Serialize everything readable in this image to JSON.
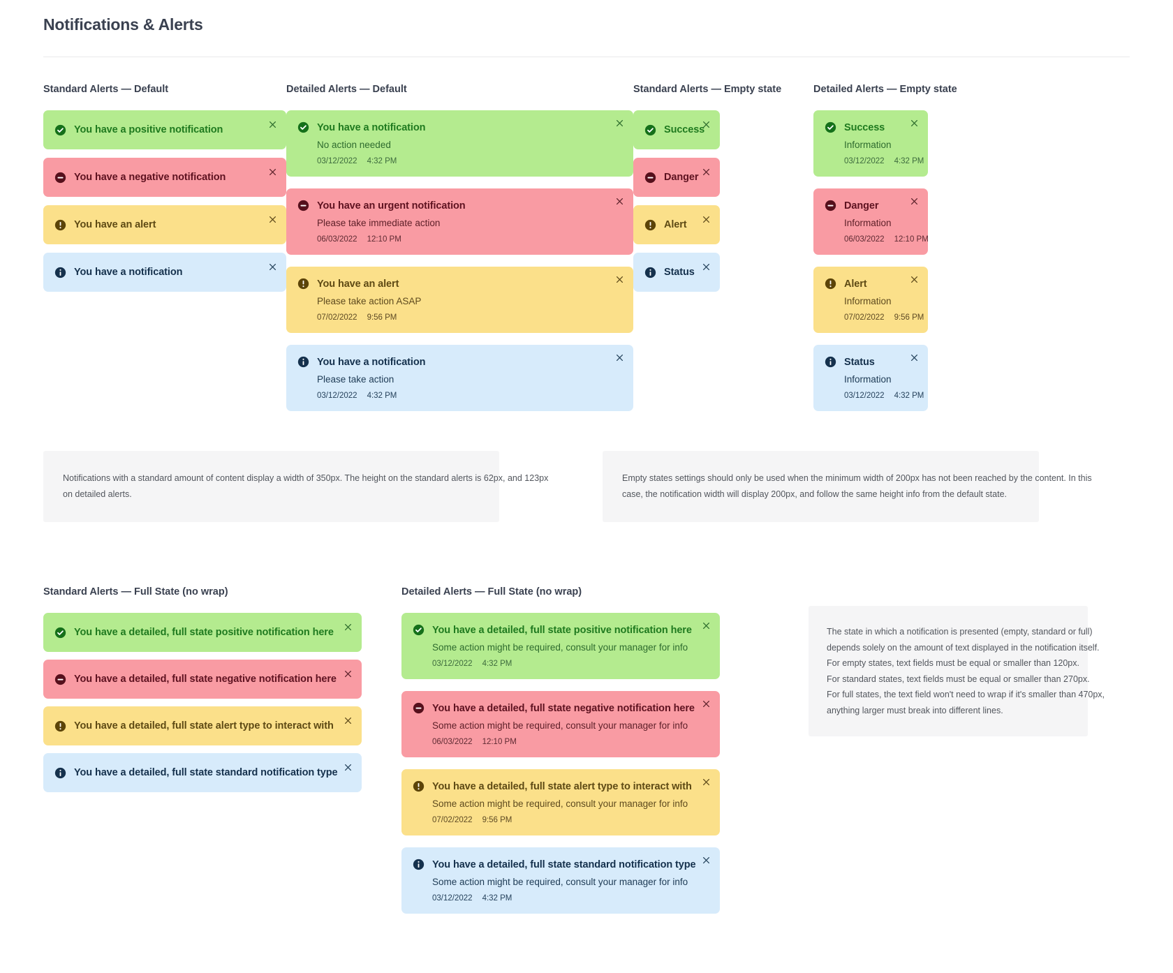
{
  "page": {
    "title": "Notifications & Alerts"
  },
  "sections": {
    "standard_default": "Standard Alerts — Default",
    "detailed_default": "Detailed Alerts — Default",
    "standard_empty": "Standard Alerts — Empty state",
    "detailed_empty": "Detailed Alerts — Empty state",
    "standard_full": "Standard Alerts — Full State (no wrap)",
    "detailed_full": "Detailed Alerts — Full State (no wrap)"
  },
  "icons": {
    "success": "check-circle-icon",
    "danger": "minus-circle-icon",
    "alert": "exclamation-circle-icon",
    "status": "info-circle-icon",
    "close": "close-icon"
  },
  "colors": {
    "success_bg": "#b4eb8f",
    "success_fg": "#1f7a1f",
    "danger_bg": "#f99ba3",
    "danger_fg": "#5e1220",
    "alert_bg": "#fbe08a",
    "alert_fg": "#5e4a14",
    "status_bg": "#d7ebfb",
    "status_fg": "#15314d",
    "note_bg": "#f5f5f6",
    "page_fg": "#3a4150"
  },
  "standard_default": [
    {
      "variant": "success",
      "title": "You have a positive notification"
    },
    {
      "variant": "danger",
      "title": "You have a negative notification"
    },
    {
      "variant": "alert",
      "title": "You have an alert"
    },
    {
      "variant": "status",
      "title": "You have a notification"
    }
  ],
  "detailed_default": [
    {
      "variant": "success",
      "title": "You have a notification",
      "body": "No action needed",
      "date": "03/12/2022",
      "time": "4:32 PM"
    },
    {
      "variant": "danger",
      "title": "You have an urgent notification",
      "body": "Please take immediate action",
      "date": "06/03/2022",
      "time": "12:10 PM"
    },
    {
      "variant": "alert",
      "title": "You have an alert",
      "body": "Please take action ASAP",
      "date": "07/02/2022",
      "time": "9:56 PM"
    },
    {
      "variant": "status",
      "title": "You have a notification",
      "body": "Please take action",
      "date": "03/12/2022",
      "time": "4:32 PM"
    }
  ],
  "standard_empty": [
    {
      "variant": "success",
      "title": "Success"
    },
    {
      "variant": "danger",
      "title": "Danger"
    },
    {
      "variant": "alert",
      "title": "Alert"
    },
    {
      "variant": "status",
      "title": "Status"
    }
  ],
  "detailed_empty": [
    {
      "variant": "success",
      "title": "Success",
      "body": "Information",
      "date": "03/12/2022",
      "time": "4:32 PM"
    },
    {
      "variant": "danger",
      "title": "Danger",
      "body": "Information",
      "date": "06/03/2022",
      "time": "12:10 PM"
    },
    {
      "variant": "alert",
      "title": "Alert",
      "body": "Information",
      "date": "07/02/2022",
      "time": "9:56 PM"
    },
    {
      "variant": "status",
      "title": "Status",
      "body": "Information",
      "date": "03/12/2022",
      "time": "4:32 PM"
    }
  ],
  "standard_full": [
    {
      "variant": "success",
      "title": "You have a detailed, full state positive notification here"
    },
    {
      "variant": "danger",
      "title": "You have a detailed, full state negative notification here"
    },
    {
      "variant": "alert",
      "title": "You have a detailed, full state alert type to interact with"
    },
    {
      "variant": "status",
      "title": "You have a detailed, full state standard notification type"
    }
  ],
  "detailed_full": [
    {
      "variant": "success",
      "title": "You have a detailed, full state positive notification here",
      "body": "Some action might be required, consult your manager for info",
      "date": "03/12/2022",
      "time": "4:32 PM"
    },
    {
      "variant": "danger",
      "title": "You have a detailed, full state negative notification here",
      "body": "Some action might be required, consult your manager for info",
      "date": "06/03/2022",
      "time": "12:10 PM"
    },
    {
      "variant": "alert",
      "title": "You have a detailed, full state alert type to interact with",
      "body": "Some action might be required, consult your manager for info",
      "date": "07/02/2022",
      "time": "9:56 PM"
    },
    {
      "variant": "status",
      "title": "You have a detailed, full state standard notification type",
      "body": "Some action might be required, consult your manager for info",
      "date": "03/12/2022",
      "time": "4:32 PM"
    }
  ],
  "notes": {
    "note1": [
      "Notifications with a standard amount of content display a width of 350px. The height on the standard alerts is 62px, and 123px",
      "on detailed alerts."
    ],
    "note2": [
      "Empty states settings should only be used when the minimum width of 200px has not been reached by the content. In this",
      "case, the notification width will display 200px, and follow the same height info from the default state."
    ],
    "note3": [
      "The state in which a notification is presented (empty, standard or full)",
      "depends solely on the amount of text displayed in the notification itself.",
      "For empty states, text fields must be equal or smaller than 120px.",
      "For standard states, text fields must be equal or smaller than 270px.",
      "For full states, the text field won't need to wrap if it's smaller than 470px,",
      "anything larger must break into different lines."
    ]
  }
}
